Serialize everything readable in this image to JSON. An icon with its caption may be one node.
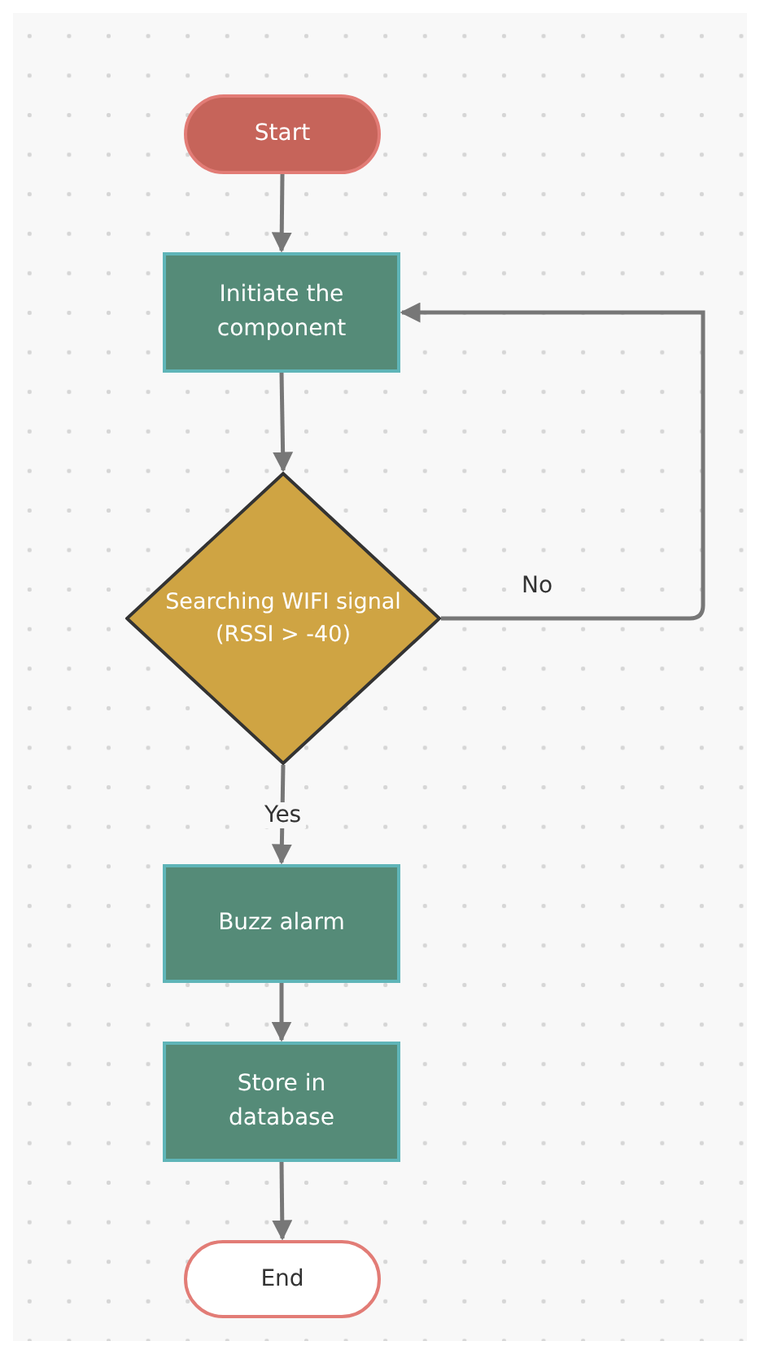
{
  "diagram": {
    "nodes": [
      {
        "text": [
          "Start"
        ]
      },
      {
        "text": [
          "Initiate the component"
        ]
      },
      {
        "text": [
          "Searching WIFI signal (RSSI > -40)"
        ]
      },
      {
        "text": [
          "Buzz alarm"
        ]
      },
      {
        "text": [
          "Store in database"
        ]
      },
      {
        "text": [
          "End"
        ]
      }
    ],
    "edges": [
      {
        "from": 0,
        "to": 1,
        "arrow": "to"
      },
      {
        "from": 1,
        "to": 2,
        "arrow": "to"
      },
      {
        "from": 2,
        "to": 1,
        "arrow": "to",
        "label": "No"
      },
      {
        "from": 2,
        "to": 3,
        "arrow": "to",
        "label": "Yes"
      },
      {
        "from": 3,
        "to": 4,
        "arrow": "to"
      },
      {
        "from": 4,
        "to": 5,
        "arrow": "to"
      }
    ]
  }
}
